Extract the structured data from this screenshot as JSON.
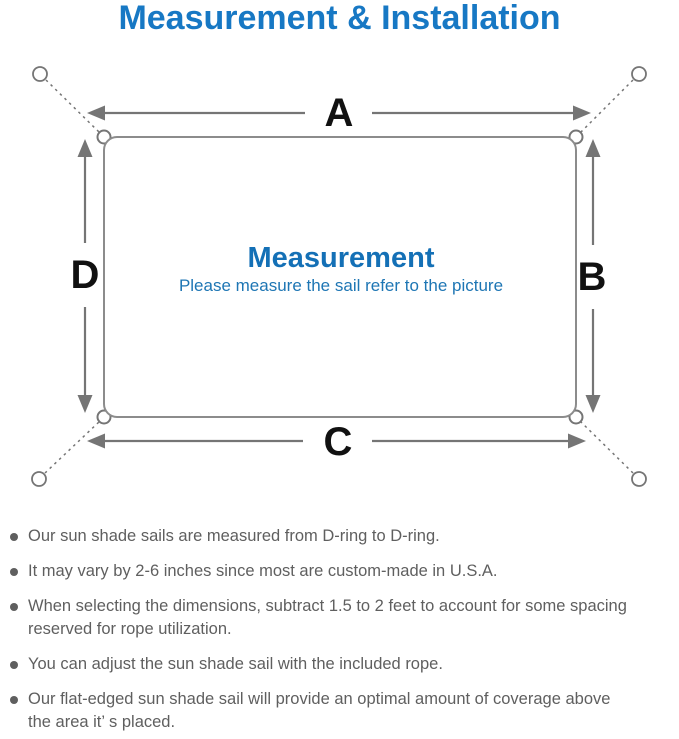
{
  "colors": {
    "title-blue": "#1778c4",
    "heading-blue": "#1470b6",
    "subheading-blue": "#1e76b4",
    "line-gray": "#8c8c8c",
    "arrow-gray": "#757575",
    "text-gray": "#5f5f5f",
    "label-black": "#111111"
  },
  "title": {
    "text": "Measurement & Installation"
  },
  "diagram": {
    "labels": {
      "top": "A",
      "right": "B",
      "bottom": "C",
      "left": "D"
    },
    "center": {
      "heading": "Measurement",
      "subheading": "Please measure the sail refer to the picture"
    }
  },
  "notes": {
    "items": [
      {
        "lines": [
          "Our sun shade sails are measured from D-ring to D-ring."
        ]
      },
      {
        "lines": [
          "It may vary by 2-6 inches since most are custom-made in U.S.A."
        ]
      },
      {
        "lines": [
          "When selecting the dimensions, subtract 1.5 to 2 feet to account for some spacing",
          "reserved for rope utilization."
        ]
      },
      {
        "lines": [
          "You can adjust the sun shade sail with the included rope."
        ]
      },
      {
        "lines": [
          "Our flat-edged sun shade sail will provide an optimal amount of coverage above",
          "the area it’ s placed."
        ]
      }
    ]
  }
}
